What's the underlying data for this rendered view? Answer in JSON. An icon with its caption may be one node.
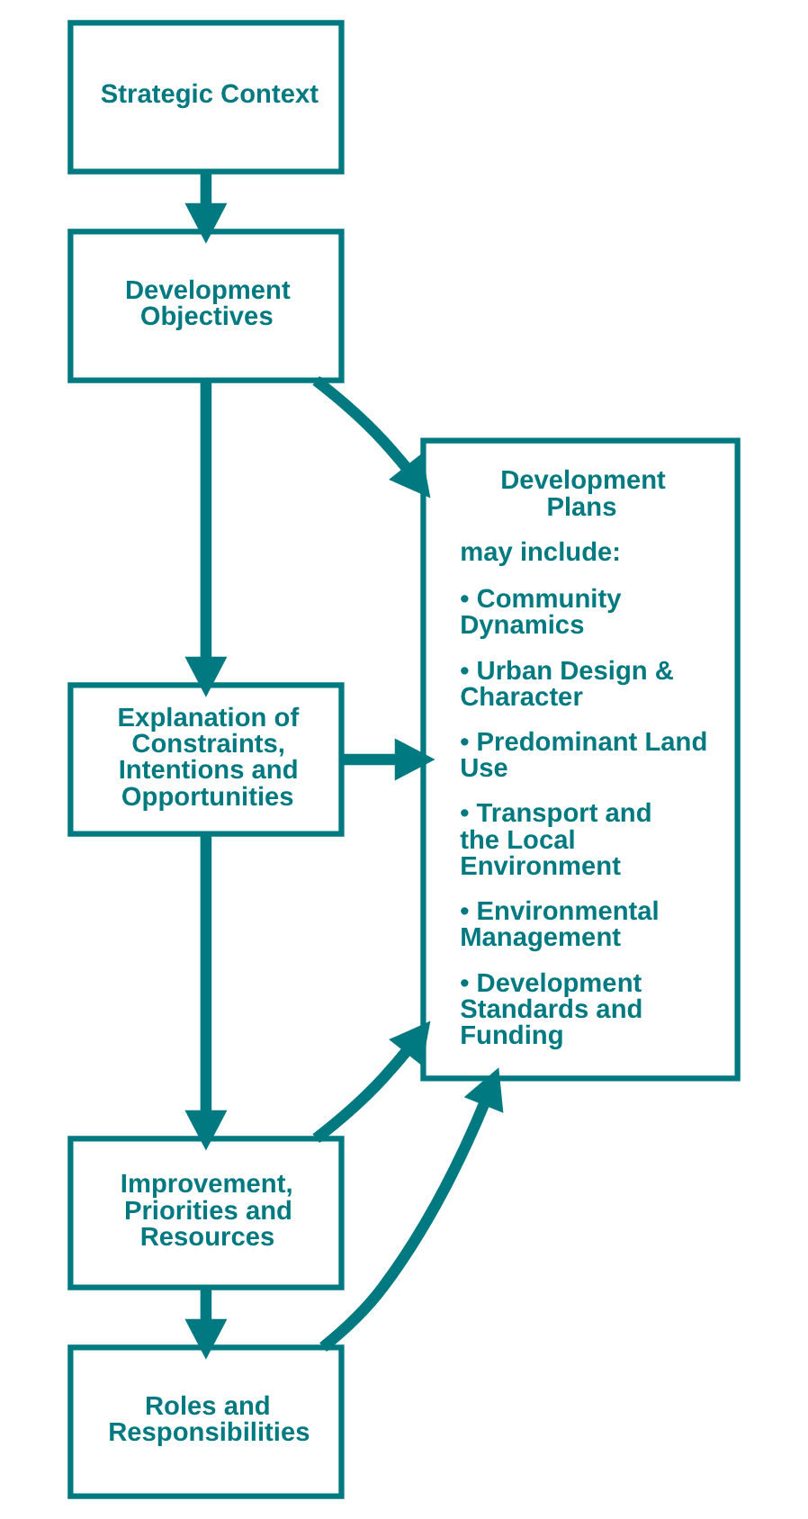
{
  "diagram": {
    "nodes": [
      {
        "text": [
          "Strategic Context"
        ]
      },
      {
        "text": [
          "Development Objectives"
        ]
      },
      {
        "text": [
          "Explanation of Constraints, Intentions and Opportunities"
        ]
      },
      {
        "text": [
          "Improvement, Priorities and Resources"
        ]
      },
      {
        "text": [
          "Roles and Responsibilities"
        ]
      },
      {
        "text": [
          "Development Plans",
          "may include:",
          "• Community Dynamics",
          "• Urban Design & Character",
          "• Predominant Land Use",
          "• Transport and the Local Environment",
          "• Environmental Management",
          "• Development Standards and Funding"
        ]
      }
    ],
    "edges": [
      {
        "from": 0,
        "to": 1,
        "arrow": "to"
      },
      {
        "from": 1,
        "to": 2,
        "arrow": "to"
      },
      {
        "from": 2,
        "to": 3,
        "arrow": "to"
      },
      {
        "from": 3,
        "to": 4,
        "arrow": "to"
      },
      {
        "from": 1,
        "to": 5,
        "arrow": "to"
      },
      {
        "from": 2,
        "to": 5,
        "arrow": "to"
      },
      {
        "from": 3,
        "to": 5,
        "arrow": "to"
      },
      {
        "from": 4,
        "to": 5,
        "arrow": "to"
      }
    ]
  }
}
